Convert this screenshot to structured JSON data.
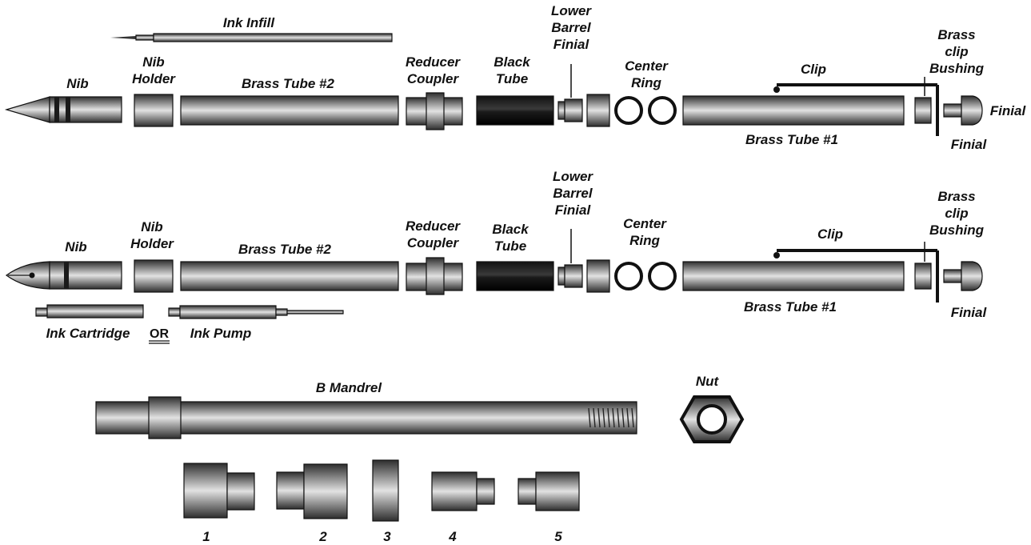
{
  "assembly_1": {
    "ink_infill": "Ink Infill",
    "nib": "Nib",
    "nib_holder": [
      "Nib",
      "Holder"
    ],
    "brass_tube_2": "Brass Tube #2",
    "reducer_coupler": [
      "Reducer",
      "Coupler"
    ],
    "black_tube": [
      "Black",
      "Tube"
    ],
    "lower_barrel_finial": [
      "Lower",
      "Barrel",
      "Finial"
    ],
    "center_ring": [
      "Center",
      "Ring"
    ],
    "clip": "Clip",
    "brass_clip_bushing": [
      "Brass",
      "clip",
      "Bushing"
    ],
    "brass_tube_1": "Brass Tube #1",
    "finial_side": "Finial",
    "finial_below": "Finial"
  },
  "assembly_2": {
    "nib": "Nib",
    "nib_holder": [
      "Nib",
      "Holder"
    ],
    "brass_tube_2": "Brass Tube #2",
    "reducer_coupler": [
      "Reducer",
      "Coupler"
    ],
    "black_tube": [
      "Black",
      "Tube"
    ],
    "lower_barrel_finial": [
      "Lower",
      "Barrel",
      "Finial"
    ],
    "center_ring": [
      "Center",
      "Ring"
    ],
    "clip": "Clip",
    "brass_clip_bushing": [
      "Brass",
      "clip",
      "Bushing"
    ],
    "brass_tube_1": "Brass Tube #1",
    "finial": "Finial",
    "ink_cartridge": "Ink Cartridge",
    "or": "OR",
    "ink_pump": "Ink Pump"
  },
  "mandrel": {
    "label": "B Mandrel",
    "nut": "Nut",
    "bushings": [
      "1",
      "2",
      "3",
      "4",
      "5"
    ]
  },
  "colors": {
    "ink": "#111111",
    "metal_dark": "#2e2e2e",
    "metal_light": "#dcdcdc",
    "background": "#ffffff"
  }
}
